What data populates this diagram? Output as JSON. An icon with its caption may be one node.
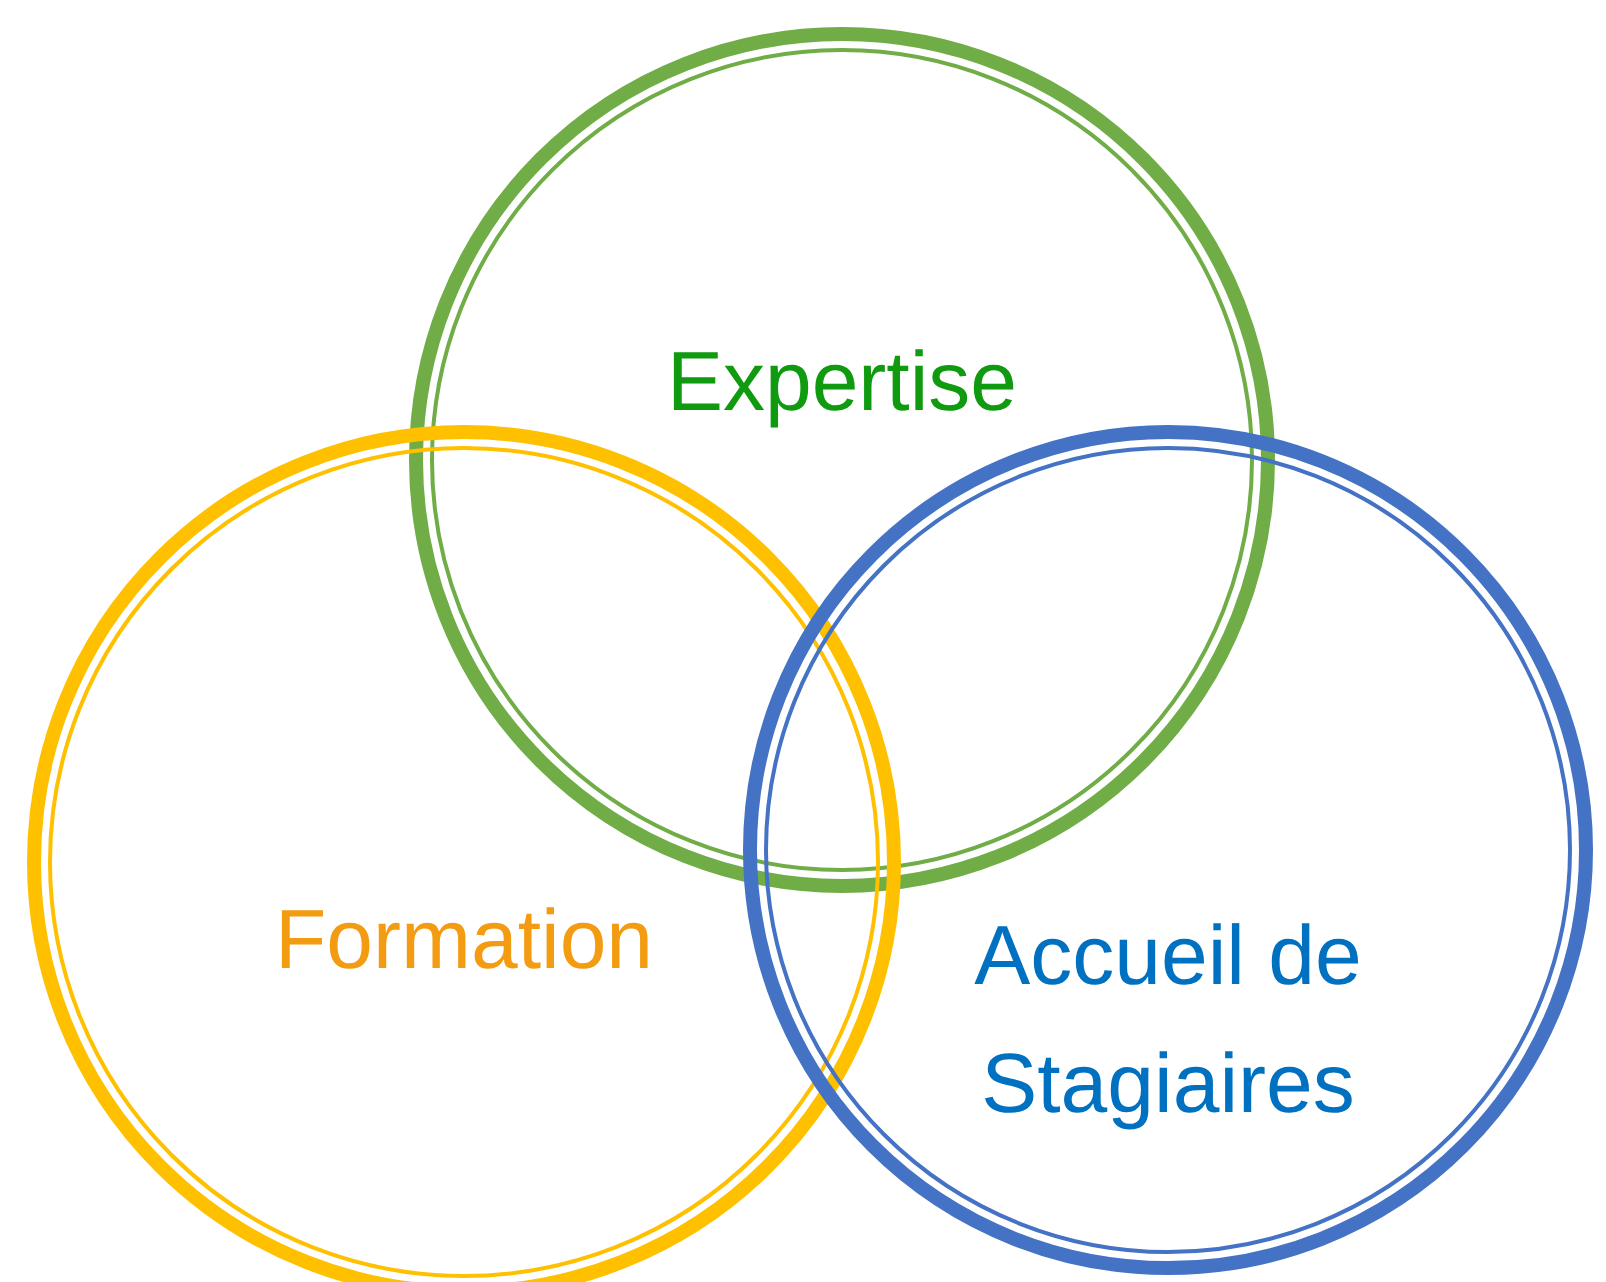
{
  "diagram": {
    "nodes": [
      {
        "text": [
          "Expertise"
        ]
      },
      {
        "text": [
          "Formation"
        ]
      },
      {
        "text": [
          "Accueil de Stagiaires"
        ]
      }
    ]
  }
}
